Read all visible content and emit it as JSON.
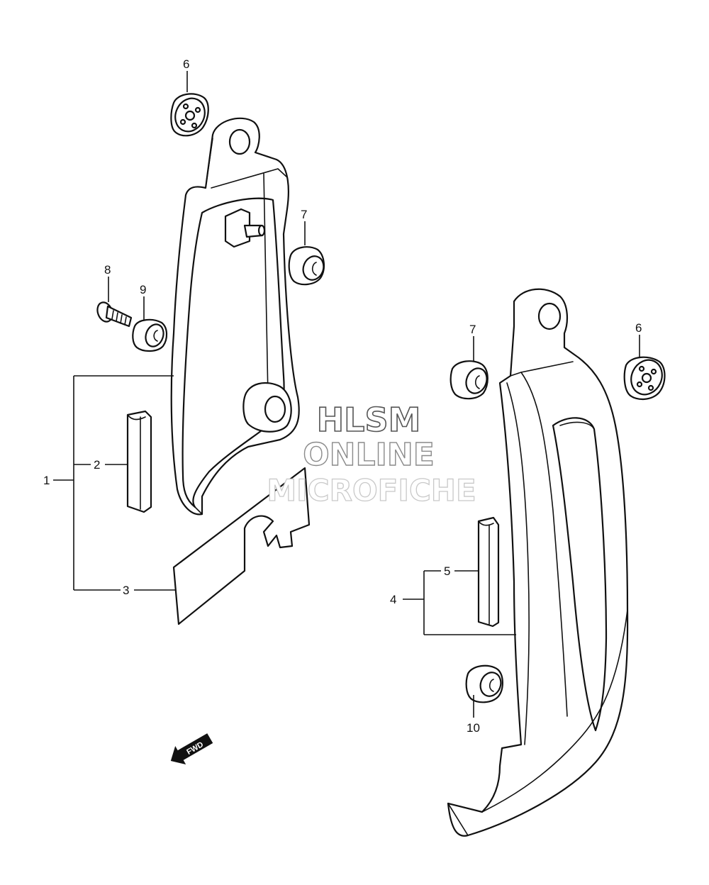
{
  "callouts": {
    "c1": "1",
    "c2": "2",
    "c3": "3",
    "c4": "4",
    "c5": "5",
    "c6a": "6",
    "c6b": "6",
    "c7a": "7",
    "c7b": "7",
    "c8": "8",
    "c9": "9",
    "c10": "10"
  },
  "watermark": {
    "line1": "HLSM",
    "line2": "ONLINE",
    "line3": "MICROFICHE"
  },
  "fwd_label": "FWD",
  "colors": {
    "line": "#111111",
    "background": "#ffffff"
  }
}
